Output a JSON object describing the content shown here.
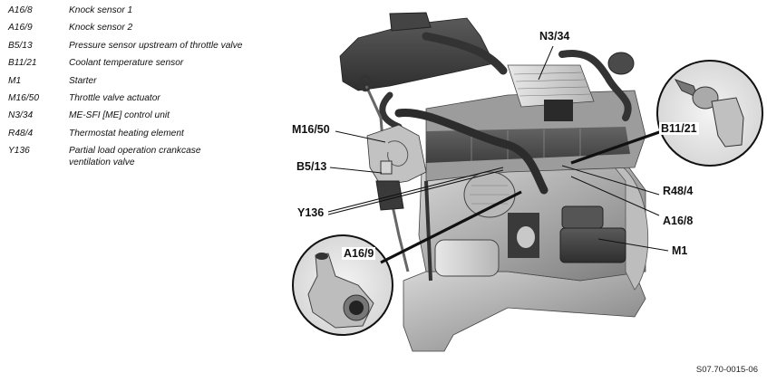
{
  "legend": [
    {
      "code": "A16/8",
      "description": "Knock sensor 1"
    },
    {
      "code": "A16/9",
      "description": "Knock sensor 2"
    },
    {
      "code": "B5/13",
      "description": "Pressure sensor upstream of throttle valve"
    },
    {
      "code": "B11/21",
      "description": "Coolant temperature sensor"
    },
    {
      "code": "M1",
      "description": "Starter"
    },
    {
      "code": "M16/50",
      "description": "Throttle valve actuator"
    },
    {
      "code": "N3/34",
      "description": "ME-SFI [ME] control unit"
    },
    {
      "code": "R48/4",
      "description": "Thermostat heating element"
    },
    {
      "code": "Y136",
      "description": "Partial load operation crankcase ventilation valve"
    }
  ],
  "callouts": {
    "n3_34": "N3/34",
    "m16_50": "M16/50",
    "b5_13": "B5/13",
    "y136": "Y136",
    "b11_21": "B11/21",
    "r48_4": "R48/4",
    "a16_8": "A16/8",
    "m1": "M1",
    "a16_9": "A16/9"
  },
  "figure_reference": "S07.70-0015-06"
}
